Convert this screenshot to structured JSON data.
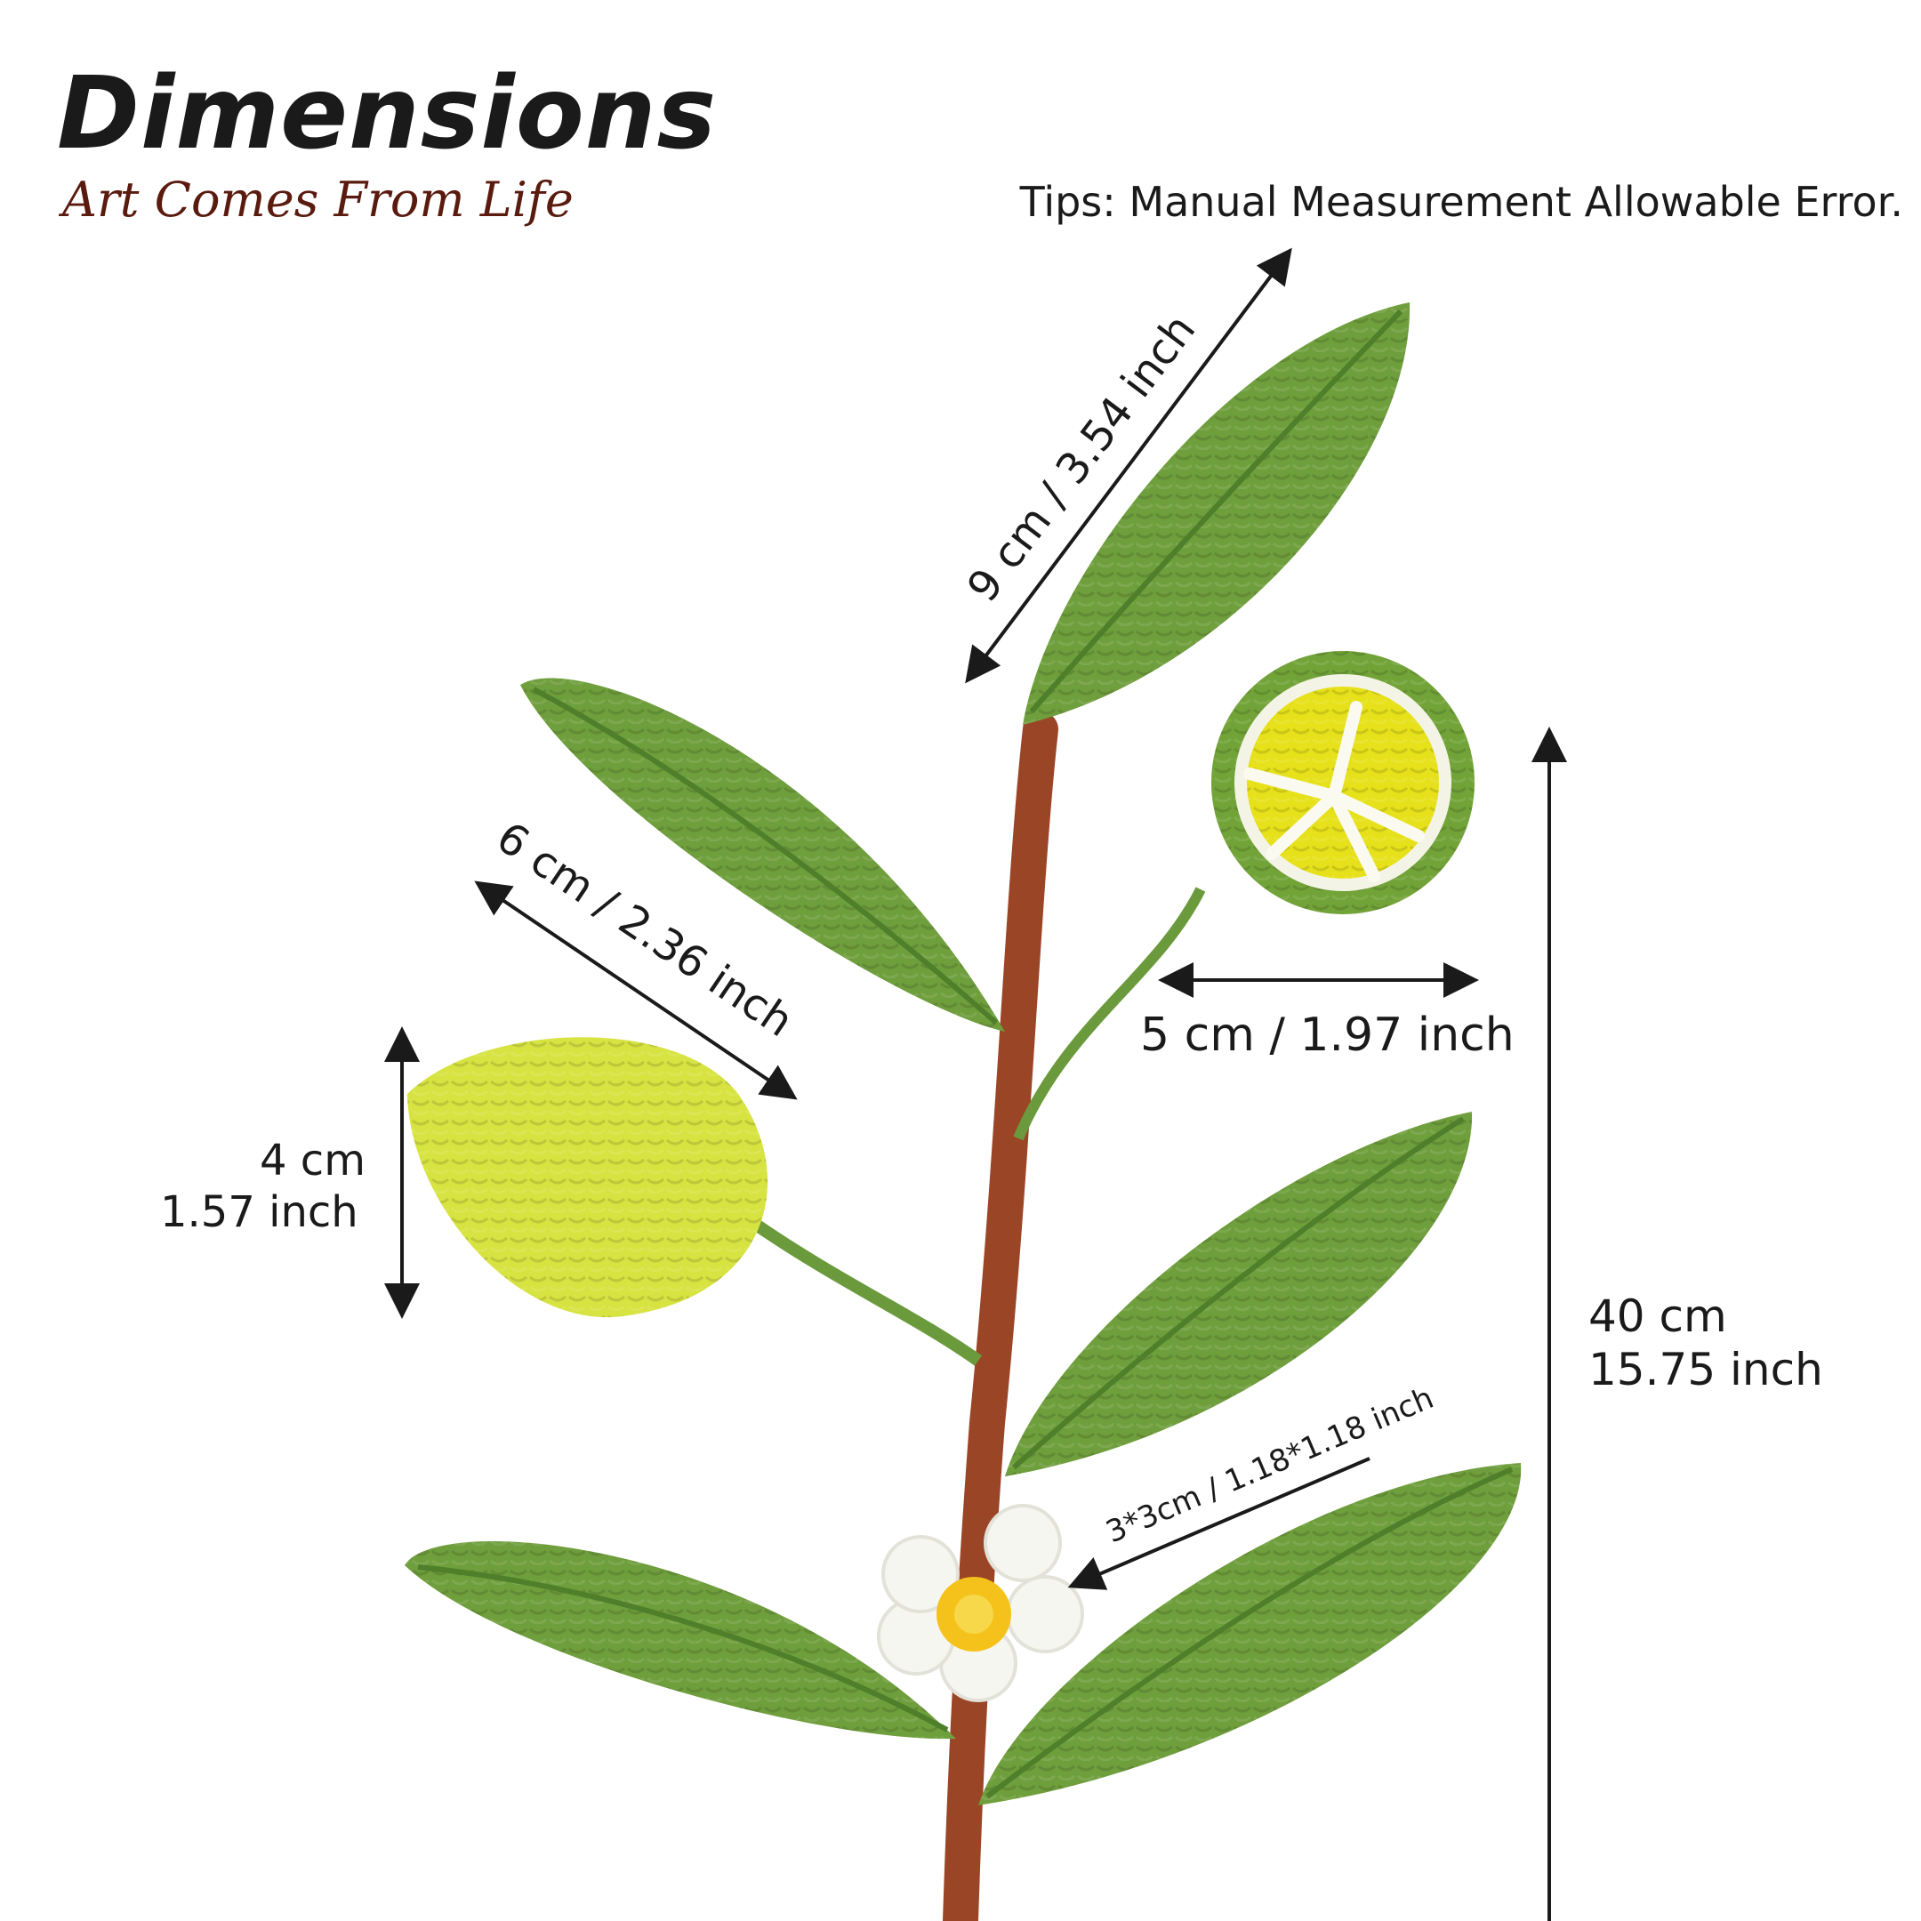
{
  "header": {
    "title": "Dimensions",
    "subtitle": "Art Comes From Life",
    "tips": "Tips: Manual Measurement Allowable Error."
  },
  "measurements": {
    "top_leaf": "9 cm / 3.54 inch",
    "left_leaf": "6 cm / 2.36 inch",
    "lemon_slice": "5 cm / 1.97 inch",
    "lemon_height_cm": "4 cm",
    "lemon_height_inch": "1.57 inch",
    "total_height_cm": "40 cm",
    "total_height_inch": "15.75 inch",
    "flower": "3*3cm / 1.18*1.18 inch"
  },
  "colors": {
    "leaf": "#6f9e3c",
    "leaf_dark": "#4f7f2a",
    "stem": "#9a4526",
    "lemon": "#d7e341",
    "slice_yellow": "#e6e11a",
    "flower_center": "#f5c21b",
    "arrow": "#1a1a1a"
  }
}
